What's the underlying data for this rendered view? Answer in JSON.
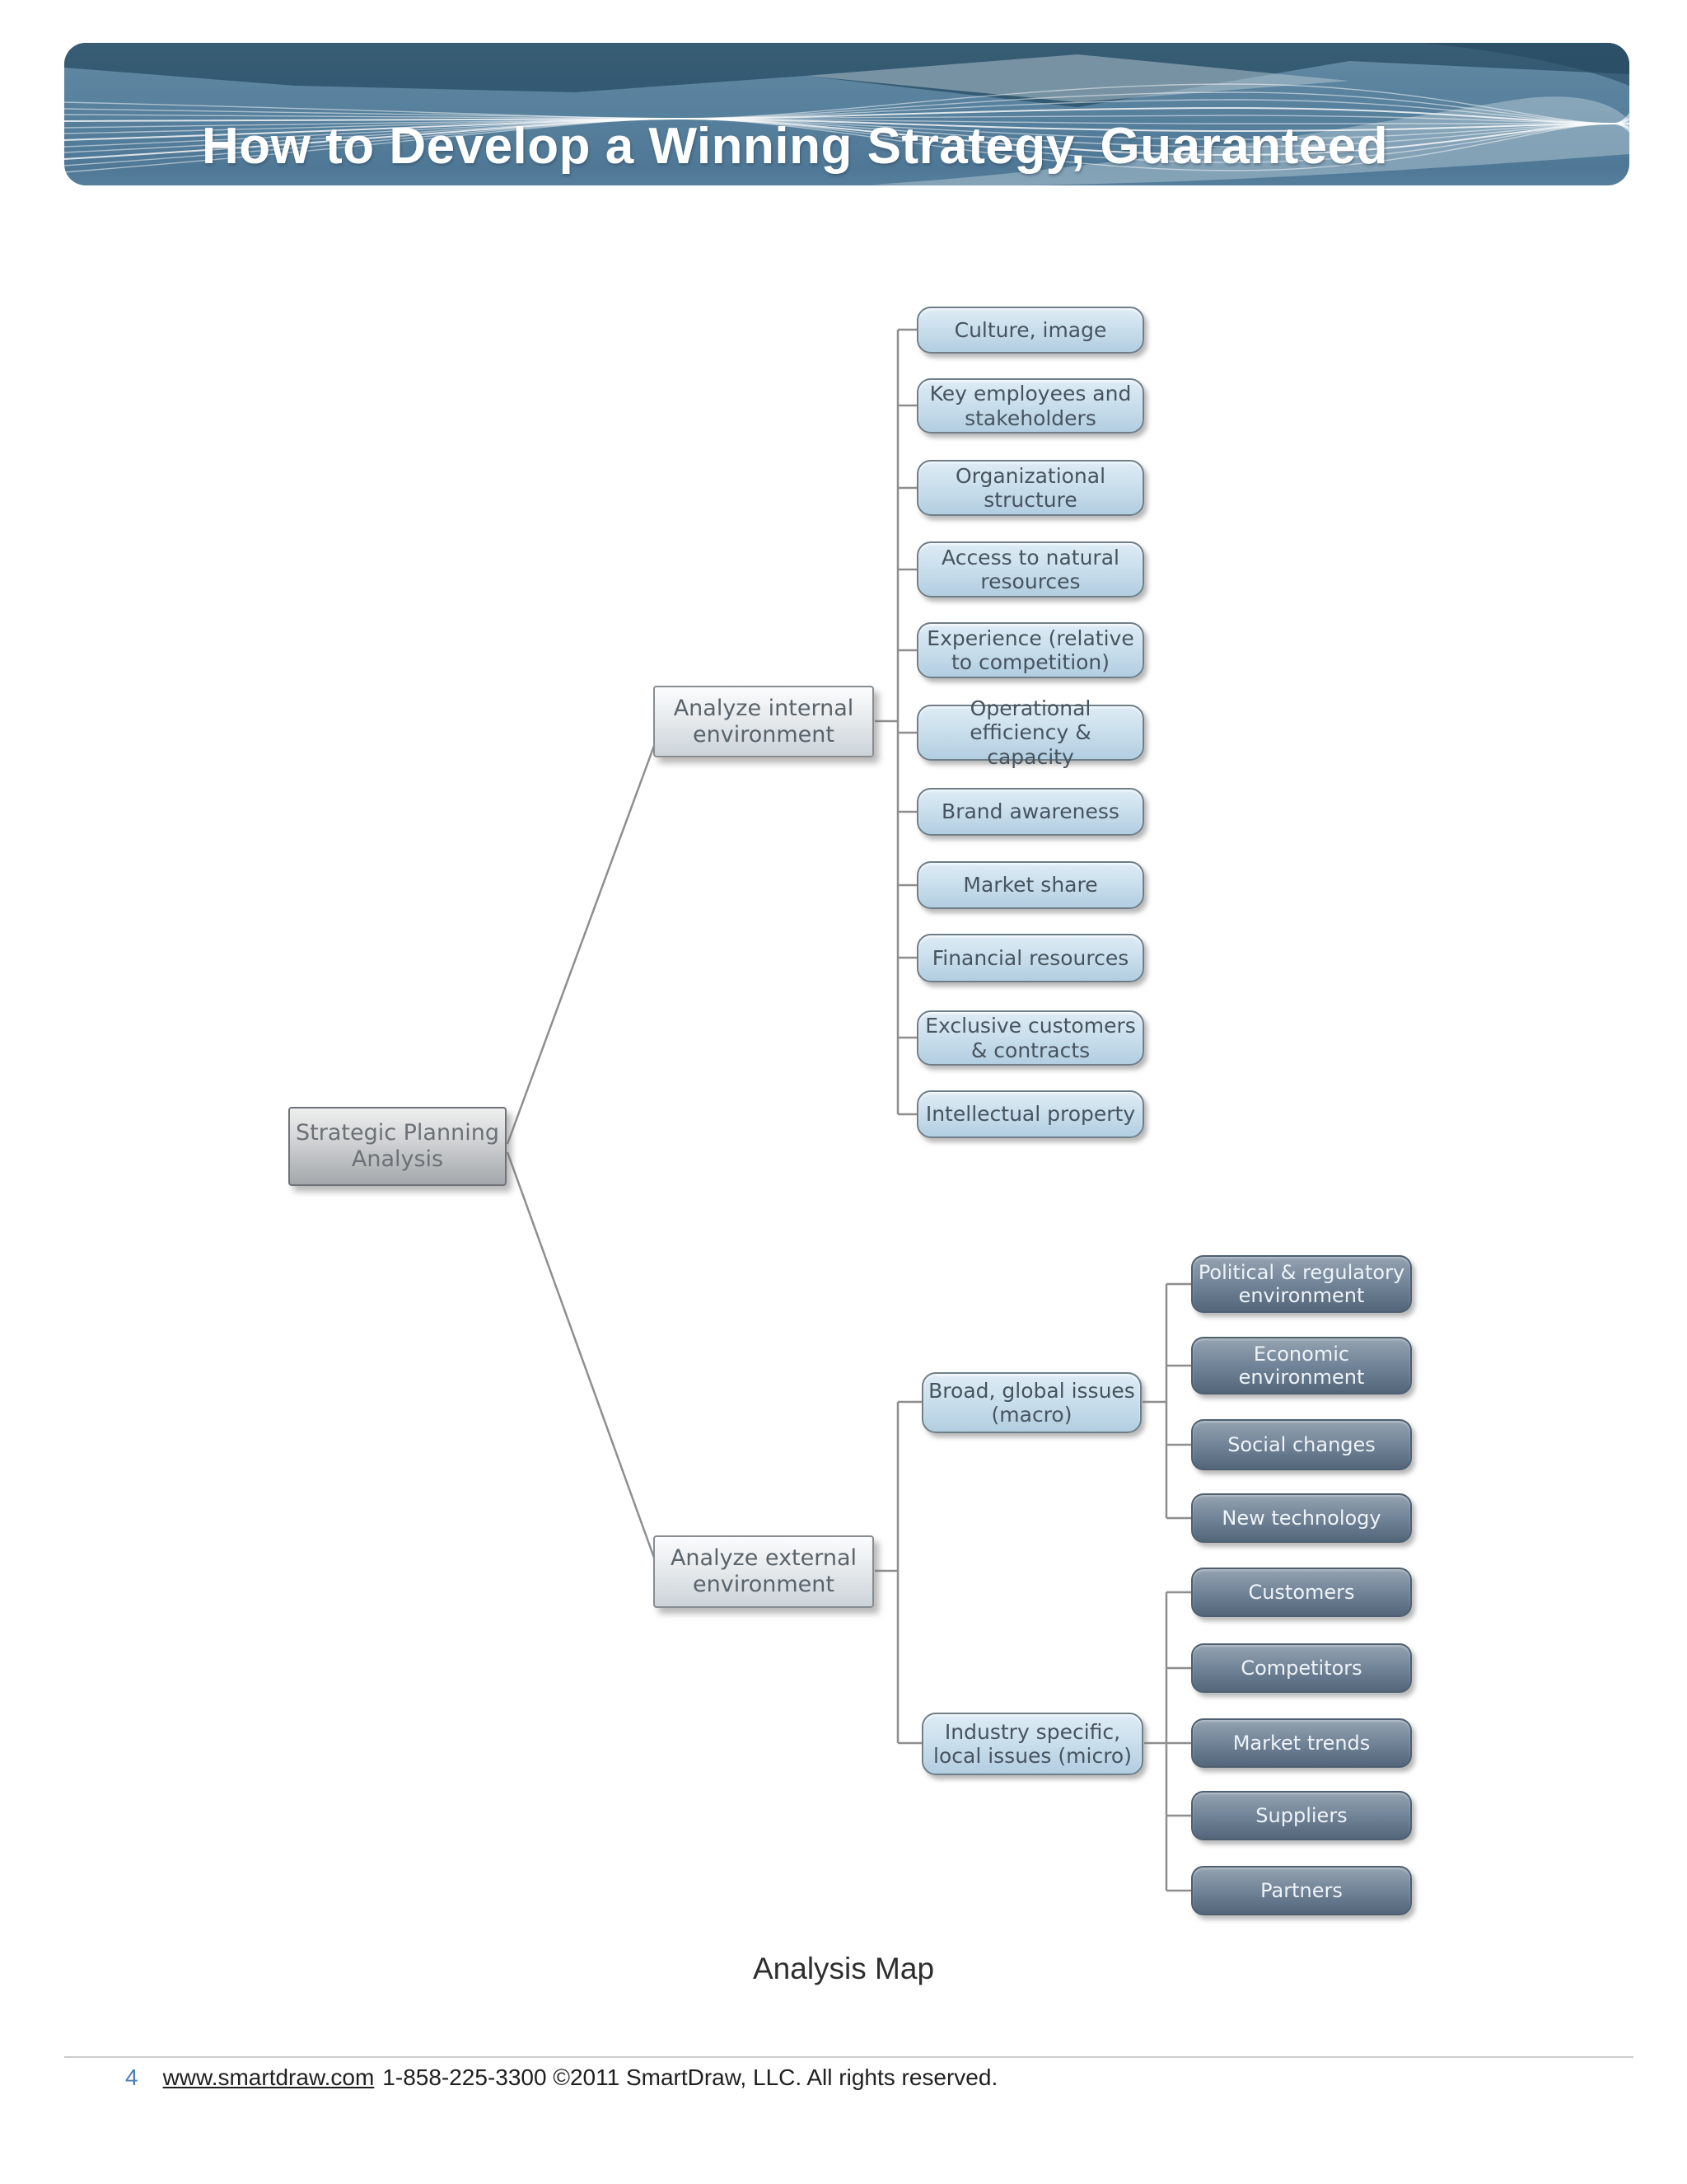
{
  "header": {
    "title": "How to Develop a Winning Strategy, Guaranteed"
  },
  "nodes": {
    "root": "Strategic Planning\nAnalysis",
    "internal": "Analyze internal\nenvironment",
    "external": "Analyze external\nenvironment",
    "macro": "Broad, global issues\n(macro)",
    "micro": "Industry specific,\nlocal issues (micro)",
    "internal_children": [
      "Culture, image",
      "Key employees and\nstakeholders",
      "Organizational\nstructure",
      "Access to natural\nresources",
      "Experience (relative\nto competition)",
      "Operational\nefficiency & capacity",
      "Brand awareness",
      "Market share",
      "Financial resources",
      "Exclusive customers\n& contracts",
      "Intellectual property"
    ],
    "macro_children": [
      "Political & regulatory\nenvironment",
      "Economic\nenvironment",
      "Social changes",
      "New technology"
    ],
    "micro_children": [
      "Customers",
      "Competitors",
      "Market trends",
      "Suppliers",
      "Partners"
    ]
  },
  "caption": "Analysis Map",
  "footer": {
    "page_number": "4",
    "link": "www.smartdraw.com",
    "text": "1-858-225-3300 ©2011 SmartDraw, LLC. All rights reserved."
  },
  "colors": {
    "banner_base": "#567f9c",
    "banner_dark_band": "#2a5068",
    "light_node_top": "#deecf5",
    "light_node_bottom": "#b2cee1",
    "dark_node_top": "#94a3b1",
    "dark_node_bottom": "#53667a",
    "connector_gray": "#8e8e8e",
    "page_number_blue": "#4a7db2"
  }
}
